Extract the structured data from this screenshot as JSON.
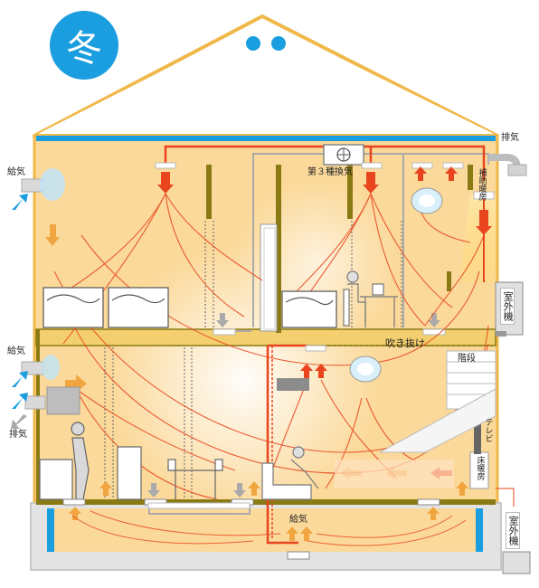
{
  "season": "冬",
  "labels": {
    "exhaust_top": "排気",
    "supply_upper": "給気",
    "supply_lower": "給気",
    "exhaust_lower": "排気",
    "ventilation_type": "第３種換気",
    "aux_heating": "補助暖房",
    "outdoor_unit_upper": "室外機",
    "atrium": "吹き抜け",
    "stairs": "階段",
    "tv": "テレビ",
    "floor_heating": "床暖房",
    "supply_floor": "給気",
    "outdoor_unit_lower": "室外機"
  },
  "colors": {
    "warm_air": "#e8451e",
    "cool_air": "#f0a540",
    "supply_arrow": "#1a9ee0",
    "exhaust_gray": "#aaaaaa",
    "wall": "#8a7a14",
    "interior": "#fbd99a",
    "roof_line": "#f0b84a",
    "blue_insulation": "#1a9ee0"
  }
}
